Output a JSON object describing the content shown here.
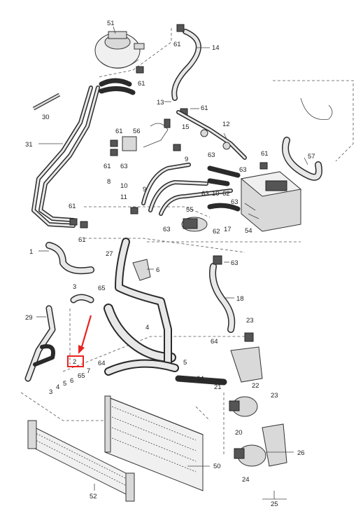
{
  "labels": {
    "l51": "51",
    "l61a": "61",
    "l14": "14",
    "l61b": "61",
    "l13": "13",
    "l61c": "61",
    "l30": "30",
    "l61d": "61",
    "l56": "56",
    "l15": "15",
    "l12": "12",
    "l57": "57",
    "l31": "31",
    "l61e": "61",
    "l63a": "63",
    "l9a": "9",
    "l63b": "63",
    "l61f": "61",
    "l8": "8",
    "l10a": "10",
    "l11": "11",
    "l9b": "9",
    "l63c": "63",
    "l10b": "10",
    "l62a": "62",
    "l63d": "63",
    "l63e": "63",
    "l61g": "61",
    "l61h": "61",
    "l55": "55",
    "l63f": "63",
    "l62b": "62",
    "l17": "17",
    "l54": "54",
    "l1": "1",
    "l27": "27",
    "l6": "6",
    "l63g": "63",
    "l3a": "3",
    "l65a": "65",
    "l18": "18",
    "l29": "29",
    "l4": "4",
    "l23a": "23",
    "l64a": "64",
    "l2": "2",
    "l7": "7",
    "l64b": "64",
    "l5": "5",
    "l22": "22",
    "l65b": "65",
    "l6b": "6",
    "l5b": "5",
    "l4b": "4",
    "l3b": "3",
    "l64c": "64",
    "l21": "21",
    "l20": "20",
    "l23b": "23",
    "l26": "26",
    "l24": "24",
    "l25": "25",
    "l50": "50",
    "l52": "52"
  },
  "highlight": {
    "part_number": "2",
    "color": "#e8231e"
  },
  "icons": {
    "arrow": "red-pointer-arrow",
    "tank": "expansion-tank-icon",
    "pump": "coolant-pump-icon",
    "radiator": "radiator-icon",
    "cooler": "charge-air-cooler-icon",
    "bracket": "bracket-icon",
    "control_unit": "control-unit-icon"
  }
}
